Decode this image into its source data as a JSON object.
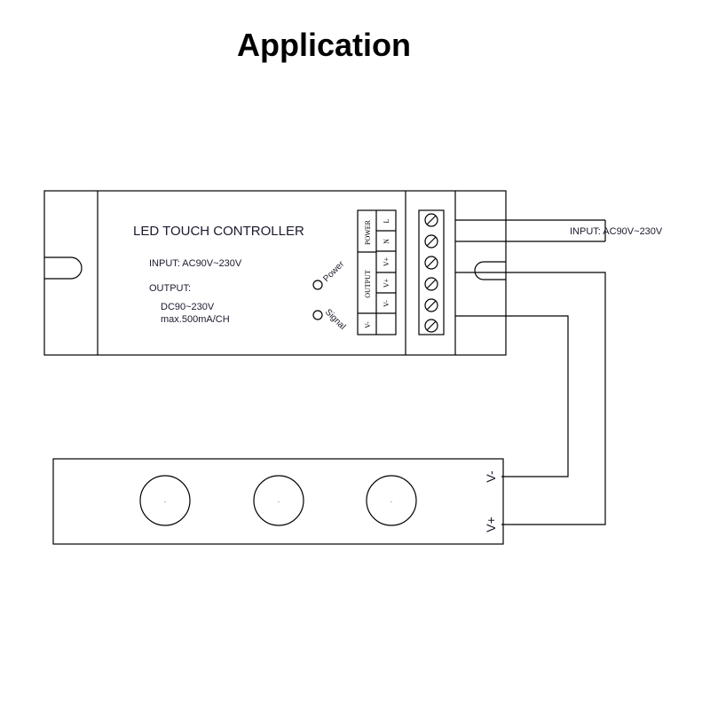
{
  "title": "Application",
  "controller": {
    "name": "LED TOUCH  CONTROLLER",
    "input": "INPUT: AC90V~230V",
    "output_label": "OUTPUT:",
    "output_voltage": "DC90~230V",
    "output_current": "max.500mA/CH",
    "power_led": "Power",
    "signal_led": "Signal",
    "power_section": "POWER",
    "output_section": "OUTPUT",
    "term_L": "L",
    "term_N": "N",
    "term_Vplus": "V+",
    "term_Vplus2": "V+",
    "term_Vminus": "V-",
    "term_Vminus2": "V-"
  },
  "input_wire_label": "INPUT: AC90V~230V",
  "panel": {
    "v_minus": "V-",
    "v_plus": "V+",
    "dot": "."
  }
}
